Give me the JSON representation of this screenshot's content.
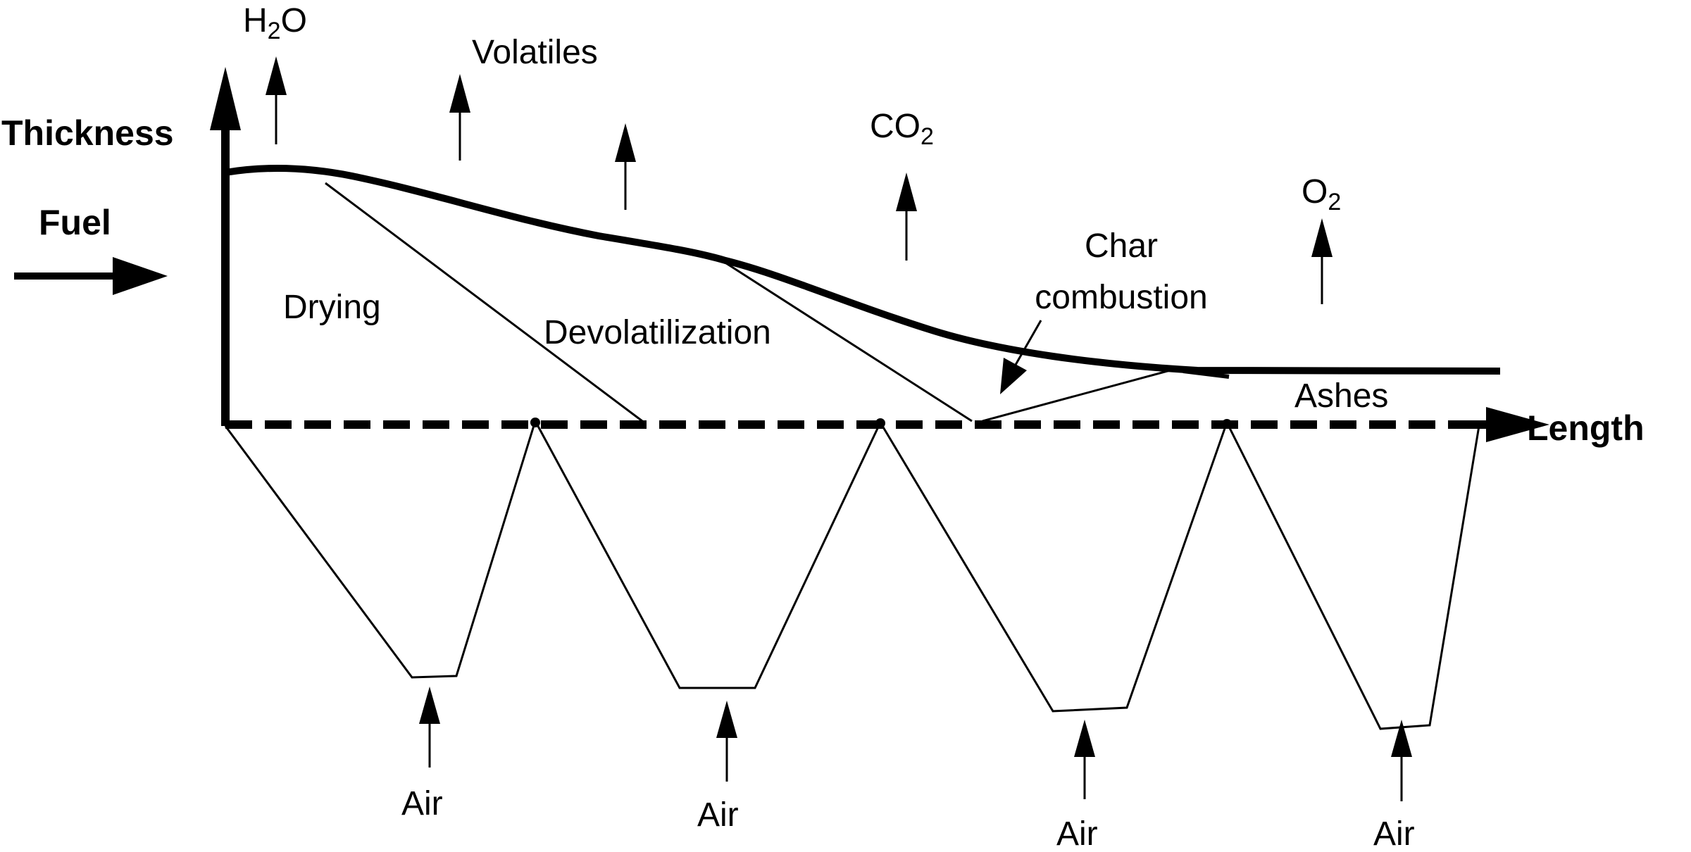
{
  "axes": {
    "y_label": "Thickness",
    "x_label": "Length"
  },
  "fuel_label": "Fuel",
  "gases": {
    "h2o": {
      "base": "H",
      "sub": "2",
      "tail": "O"
    },
    "volatiles": "Volatiles",
    "co2": {
      "base": "CO",
      "sub": "2"
    },
    "o2": {
      "base": "O",
      "sub": "2"
    }
  },
  "zones": {
    "drying": "Drying",
    "devolatilization": "Devolatilization",
    "char_line1": "Char",
    "char_line2": "combustion",
    "ashes": "Ashes"
  },
  "air_labels": [
    "Air",
    "Air",
    "Air",
    "Air"
  ],
  "colors": {
    "ink": "#000000",
    "background": "#ffffff"
  }
}
